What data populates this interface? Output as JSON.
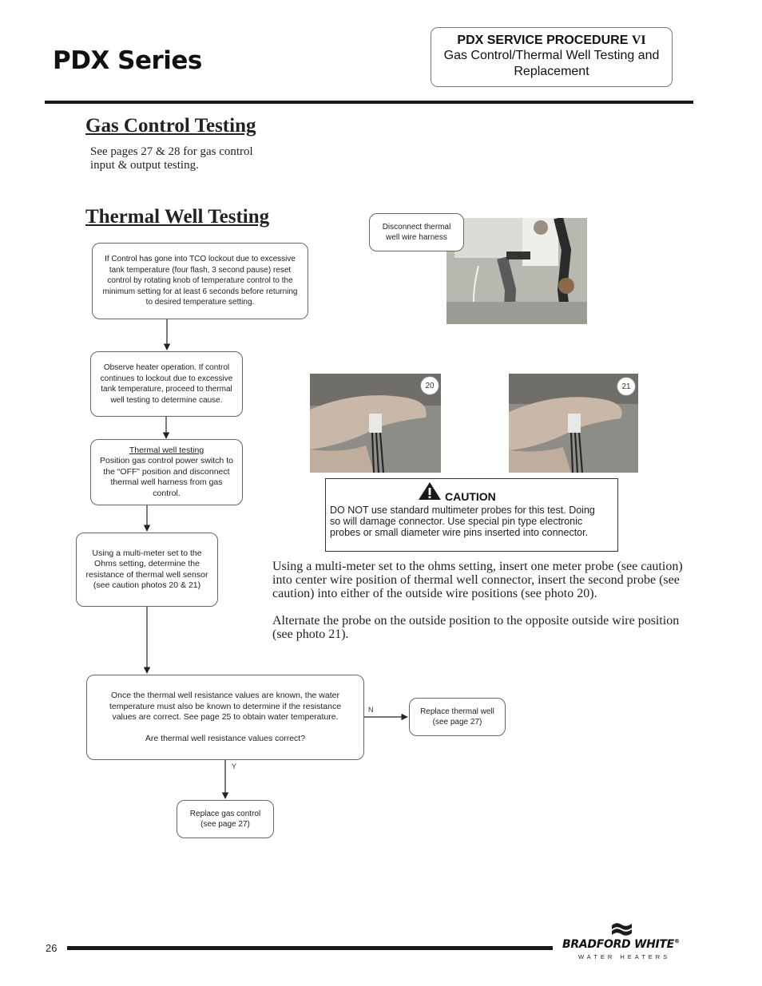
{
  "header": {
    "series_title": "PDX Series",
    "procedure_title": "PDX SERVICE PROCEDURE",
    "procedure_number": "VI",
    "procedure_subtitle_line1": "Gas Control/Thermal Well Testing and",
    "procedure_subtitle_line2": "Replacement"
  },
  "gas_control": {
    "heading": "Gas Control Testing",
    "text_line1": "See pages 27 & 28 for gas control",
    "text_line2": "input & output testing."
  },
  "thermal_well": {
    "heading": "Thermal Well Testing"
  },
  "flowchart": {
    "box1": [
      "If Control has gone into TCO lockout due to excessive",
      "tank temperature (four flash, 3 second pause) reset",
      "control by rotating knob of temperature control to the",
      "minimum setting for at least 6 seconds before returning",
      "to desired temperature setting."
    ],
    "box2": [
      "Observe heater operation. If control",
      "continues to lockout due to excessive",
      "tank temperature, proceed to thermal",
      "well testing to determine cause."
    ],
    "box3_title": "Thermal well testing",
    "box3": [
      "Position gas control power switch to",
      "the “OFF” position and disconnect",
      "thermal well harness from gas",
      "control."
    ],
    "box4": [
      "Using a multi-meter set to the",
      "Ohms setting, determine the",
      "resistance of thermal well sensor",
      "(see caution photos 20 & 21)"
    ],
    "box5": [
      "Once the thermal well resistance values are known, the water",
      "temperature must also be known to determine if the resistance",
      "values are correct. See page 25 to obtain water temperature."
    ],
    "box5_question": "Are thermal well resistance values correct?",
    "label_no": "N",
    "label_yes": "Y",
    "box_no": [
      "Replace thermal well",
      "(see page 27)"
    ],
    "box_yes": [
      "Replace gas control",
      "(see page 27)"
    ]
  },
  "photos": {
    "callout": [
      "Disconnect thermal",
      "well wire harness"
    ],
    "photo20_label": "20",
    "photo21_label": "21"
  },
  "caution": {
    "title": "CAUTION",
    "lines": [
      "DO NOT use standard multimeter probes for this test. Doing",
      "so will damage connector. Use special pin type electronic",
      "probes or small diameter wire pins inserted into connector."
    ]
  },
  "instructions": {
    "para1": [
      "Using a multi-meter set to the ohms setting, insert one meter probe (see caution)",
      "into center wire position of thermal well connector, insert the second probe (see",
      "caution) into either of the outside wire positions (see photo 20)."
    ],
    "para2": [
      "Alternate the probe on the outside position to the opposite outside wire position",
      "(see photo 21)."
    ]
  },
  "footer": {
    "page_number": "26",
    "brand": "BRADFORD WHITE",
    "brand_sub": "WATER HEATERS",
    "brand_mark": "®"
  }
}
